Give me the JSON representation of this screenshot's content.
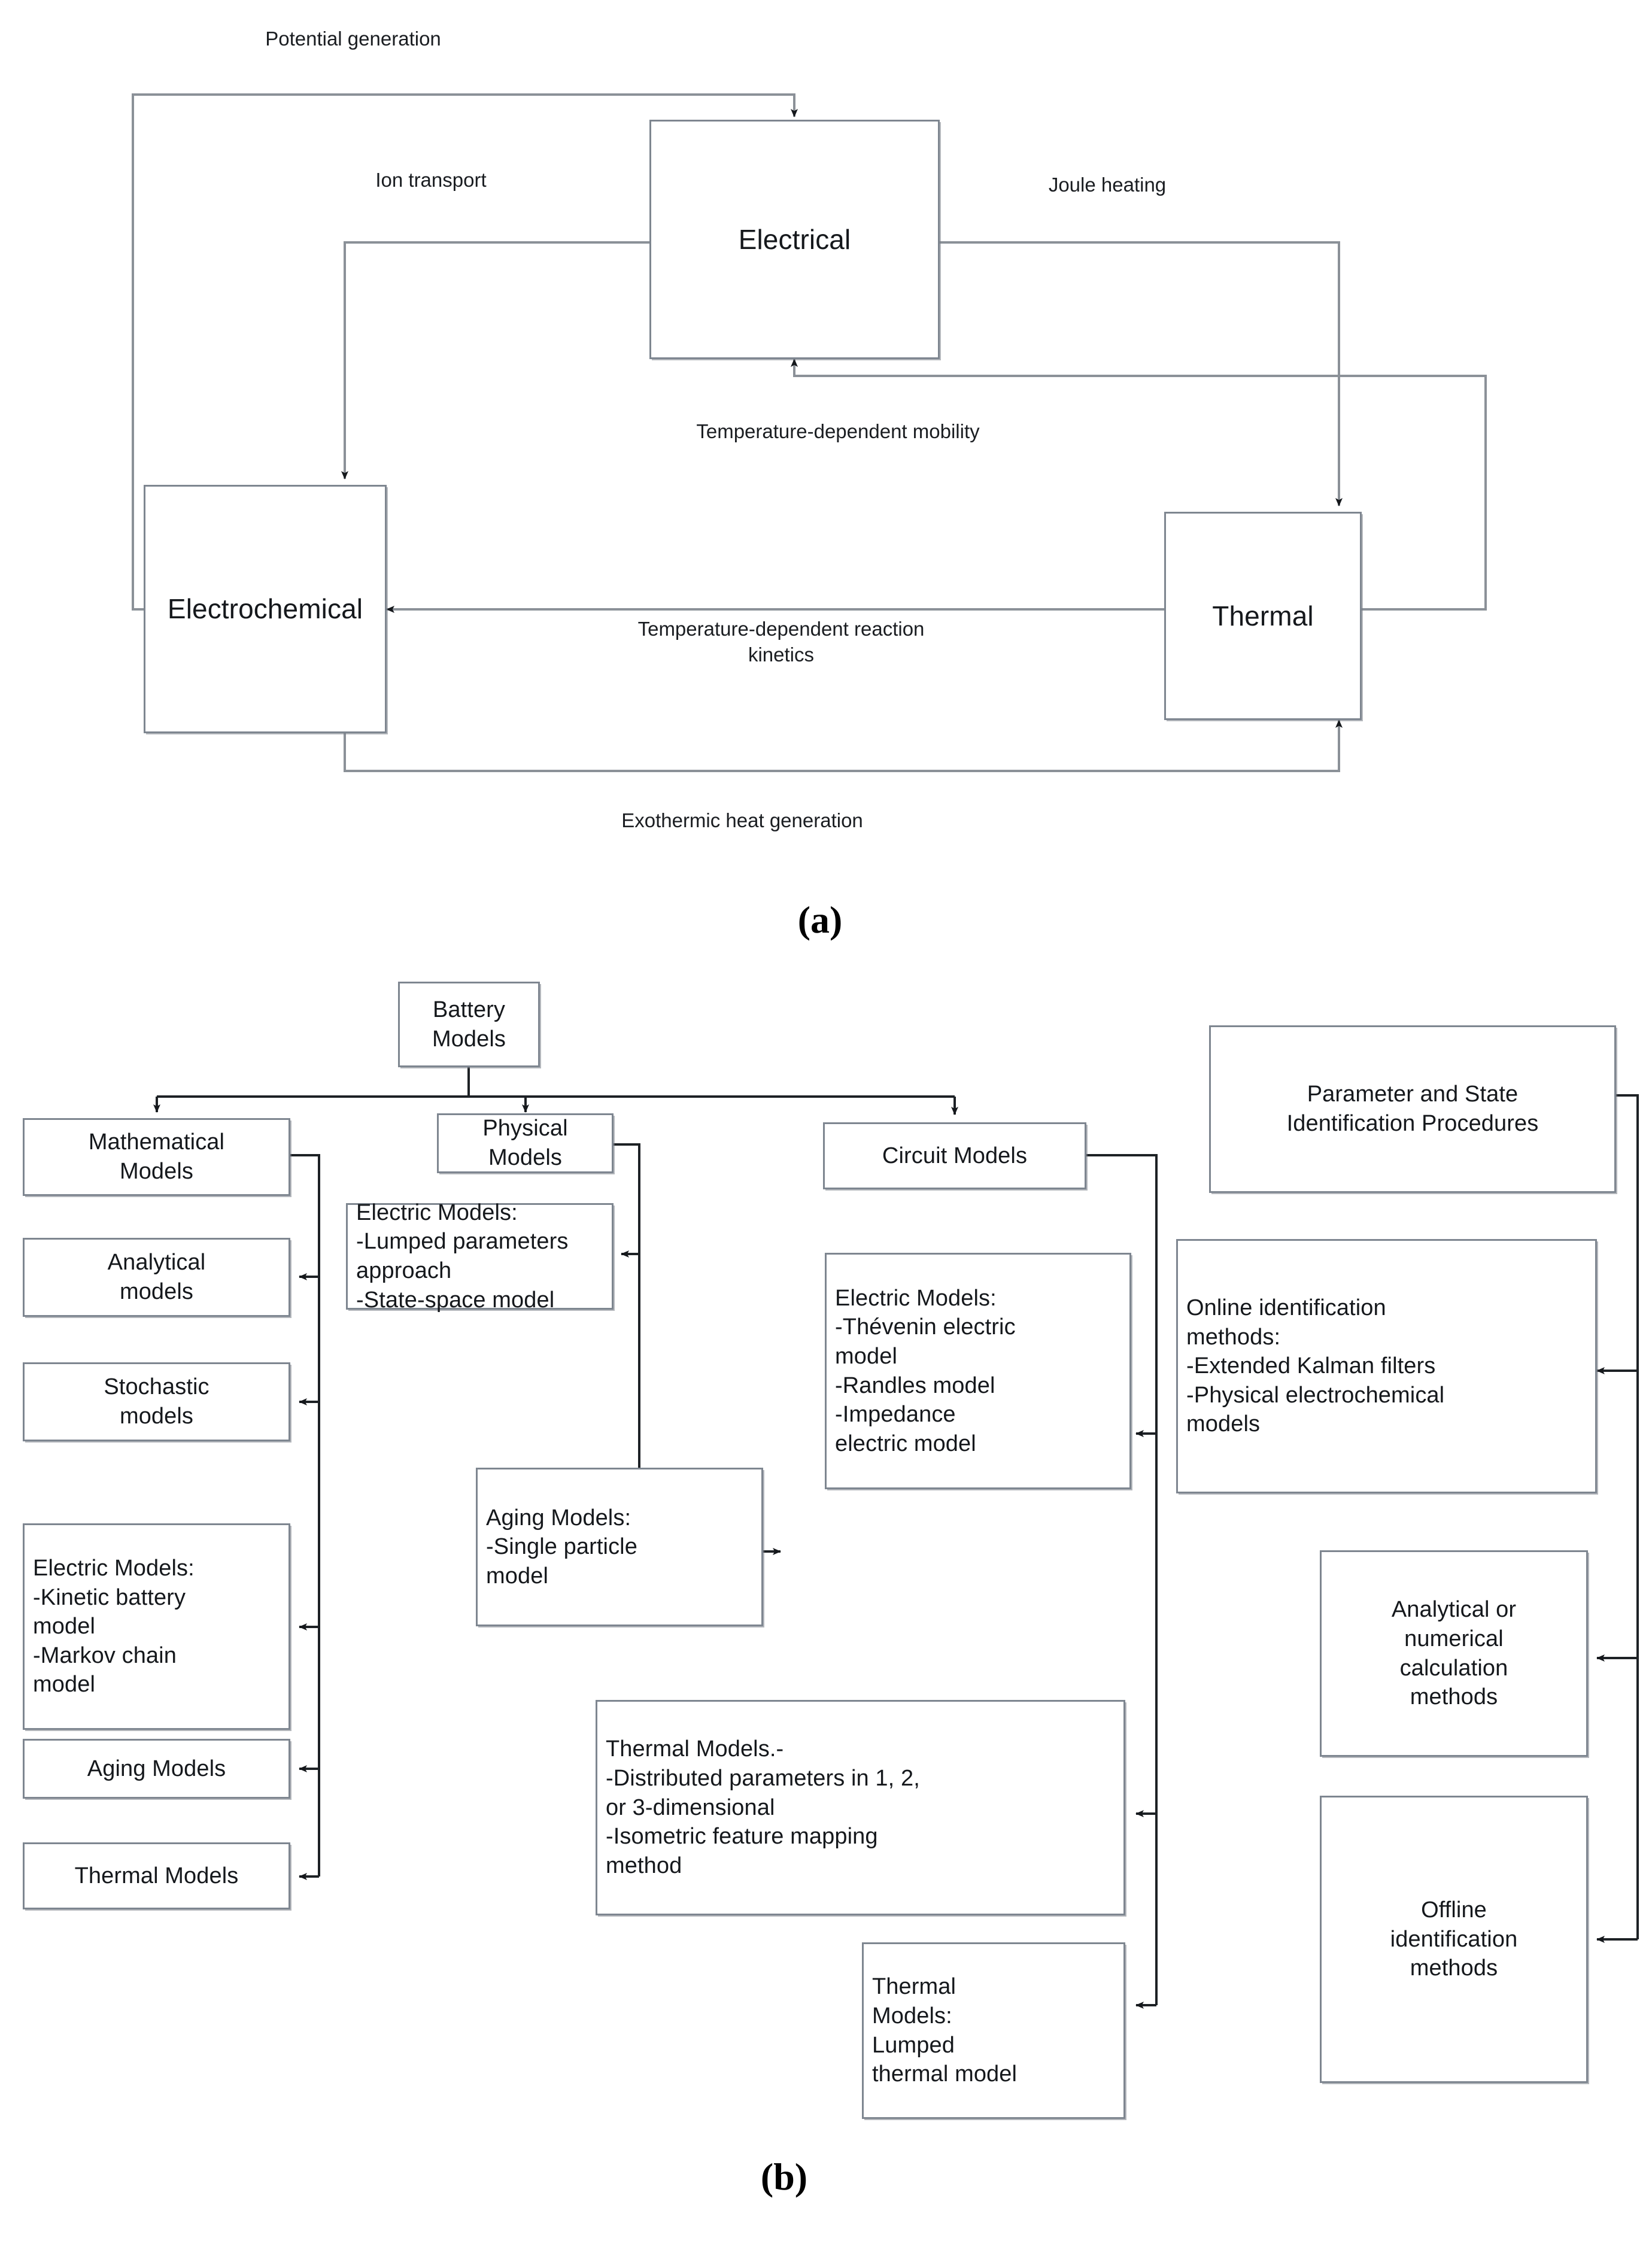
{
  "figure": {
    "panel_a_caption": "(a)",
    "panel_b_caption": "(b)"
  },
  "panel_a": {
    "title": "Multiphysics battery coupling diagram",
    "nodes": {
      "electrical": "Electrical",
      "electrochemical": "Electrochemical",
      "thermal": "Thermal"
    },
    "edge_labels": {
      "potential_generation": "Potential generation",
      "ion_transport": "Ion transport",
      "joule_heating": "Joule heating",
      "temperature_dependent_mobility": "Temperature-dependent mobility",
      "temperature_dependent_reaction_kinetics": "Temperature-dependent  reaction\nkinetics",
      "exothermic_heat_generation": "Exothermic heat generation"
    }
  },
  "panel_b": {
    "title": "Battery models taxonomy",
    "root": "Battery Models",
    "branches": {
      "mathematical": "Mathematical\nModels",
      "physical": "Physical Models",
      "circuit": "Circuit Models"
    },
    "mathematical_children": [
      "Analytical\nmodels",
      "Stochastic\nmodels",
      "Electric Models:\n -Kinetic battery\nmodel\n-Markov chain\nmodel",
      "Aging Models",
      "Thermal Models"
    ],
    "physical_children": [
      "Electric Models:\n -Lumped parameters\napproach\n-State-space model",
      "Aging Models:\n -Single particle\nmodel"
    ],
    "circuit_children": [
      "Electric Models:\n-Thévenin electric\nmodel\n-Randles model\n-Impedance\nelectric model",
      "Thermal Models.-\n -Distributed parameters in 1, 2,\nor 3-dimensional\n-Isometric feature mapping\nmethod",
      "Thermal\nModels:\nLumped\nthermal model"
    ],
    "identification": {
      "root": "Parameter and State\nIdentification Procedures",
      "children": [
        "Online identification\nmethods:\n -Extended Kalman filters\n -Physical electrochemical\nmodels",
        "Analytical or\nnumerical\ncalculation\nmethods",
        "Offline\nidentification\nmethods"
      ]
    }
  },
  "colors": {
    "box_border": "#7e8690",
    "wire": "#5d646c",
    "wire_dark": "#2a2d31",
    "text": "#15181c",
    "background": "#ffffff"
  }
}
